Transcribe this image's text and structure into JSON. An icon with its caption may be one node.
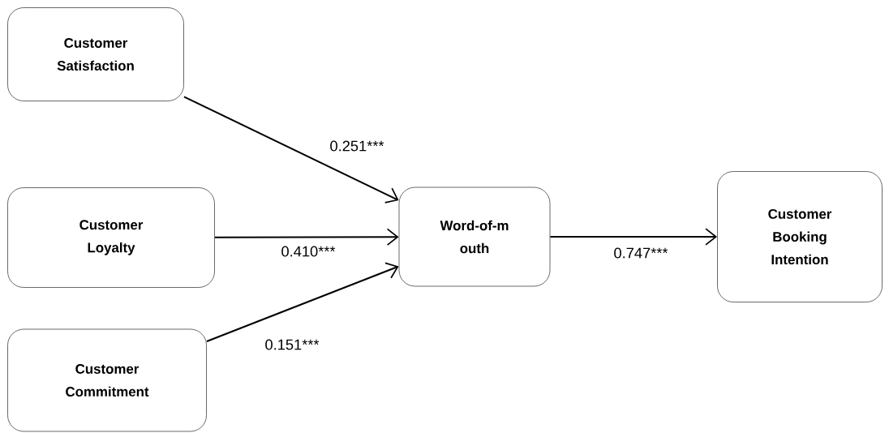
{
  "diagram": {
    "nodes": [
      {
        "text": [
          "Customer Satisfaction"
        ]
      },
      {
        "text": [
          "Customer Loyalty"
        ]
      },
      {
        "text": [
          "Customer Commitment"
        ]
      },
      {
        "text": [
          "Word-of-m outh"
        ]
      },
      {
        "text": [
          "Customer Booking Intention"
        ]
      }
    ],
    "edges": [
      {
        "from": 0,
        "to": 3,
        "arrow": "to",
        "label": "0.251***"
      },
      {
        "from": 1,
        "to": 3,
        "arrow": "to",
        "label": "0.410***"
      },
      {
        "from": 2,
        "to": 3,
        "arrow": "to",
        "label": "0.151***"
      },
      {
        "from": 3,
        "to": 4,
        "arrow": "to",
        "label": "0.747***"
      }
    ]
  }
}
